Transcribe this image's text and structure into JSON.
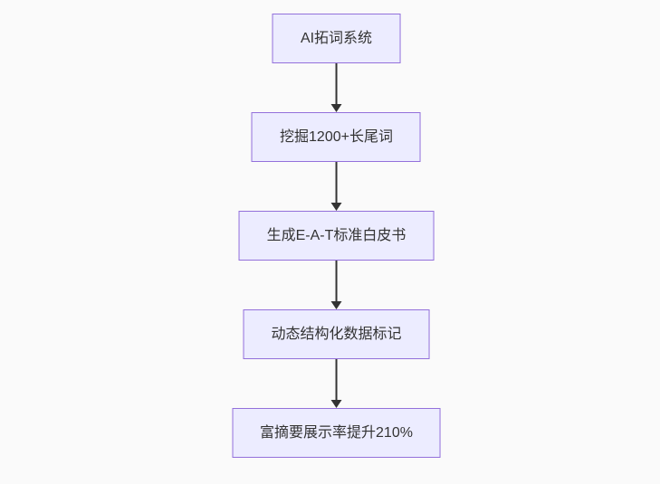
{
  "colors": {
    "background": "#FAFAFA",
    "node_fill": "#ECECFF",
    "node_border": "#9370DB",
    "arrow": "#333333",
    "text": "#333333"
  },
  "flowchart": {
    "type": "flowchart-top-down",
    "nodes": [
      {
        "label": "AI拓词系统"
      },
      {
        "label": "挖掘1200+长尾词"
      },
      {
        "label": "生成E-A-T标准白皮书"
      },
      {
        "label": "动态结构化数据标记"
      },
      {
        "label": "富摘要展示率提升210%"
      }
    ]
  }
}
